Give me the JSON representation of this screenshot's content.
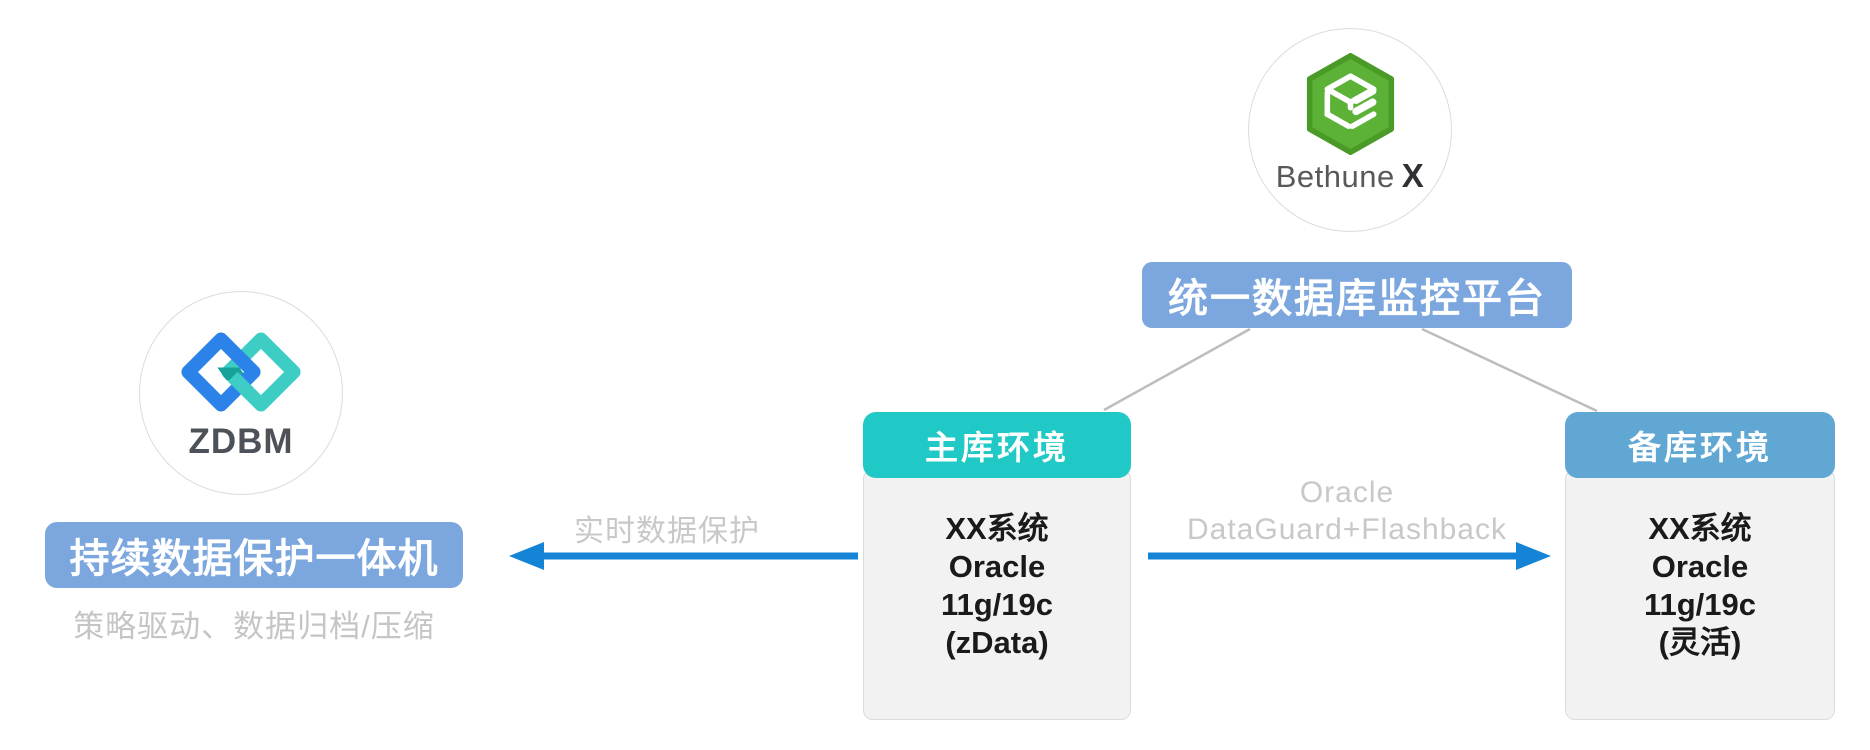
{
  "monitor": {
    "logo_name": "Bethune",
    "logo_x": "X",
    "label": "统一数据库监控平台"
  },
  "zdbm": {
    "logo_text": "ZDBM",
    "label": "持续数据保护一体机",
    "subtitle": "策略驱动、数据归档/压缩"
  },
  "primary_box": {
    "header": "主库环境",
    "lines": [
      "XX系统",
      "Oracle",
      "11g/19c",
      "(zData)"
    ]
  },
  "standby_box": {
    "header": "备库环境",
    "lines": [
      "XX系统",
      "Oracle",
      "11g/19c",
      "(灵活)"
    ]
  },
  "arrows": {
    "left_label": "实时数据保护",
    "middle_label_line1": "Oracle",
    "middle_label_line2": "DataGuard+Flashback"
  },
  "colors": {
    "label_blue": "#7BA7DE",
    "primary_teal": "#21C9C6",
    "standby_blue": "#60A7D4",
    "arrow_blue": "#1583D6",
    "connector_gray": "#BDBDBD",
    "muted_text": "#C8C8C8",
    "box_body_bg": "#F2F2F2",
    "bethune_green": "#5CB236",
    "bethune_green_dark": "#4A9A28",
    "zdbm_blue": "#2B82E8",
    "zdbm_teal": "#3DCDC5",
    "zdbm_overlap": "#17A299"
  }
}
